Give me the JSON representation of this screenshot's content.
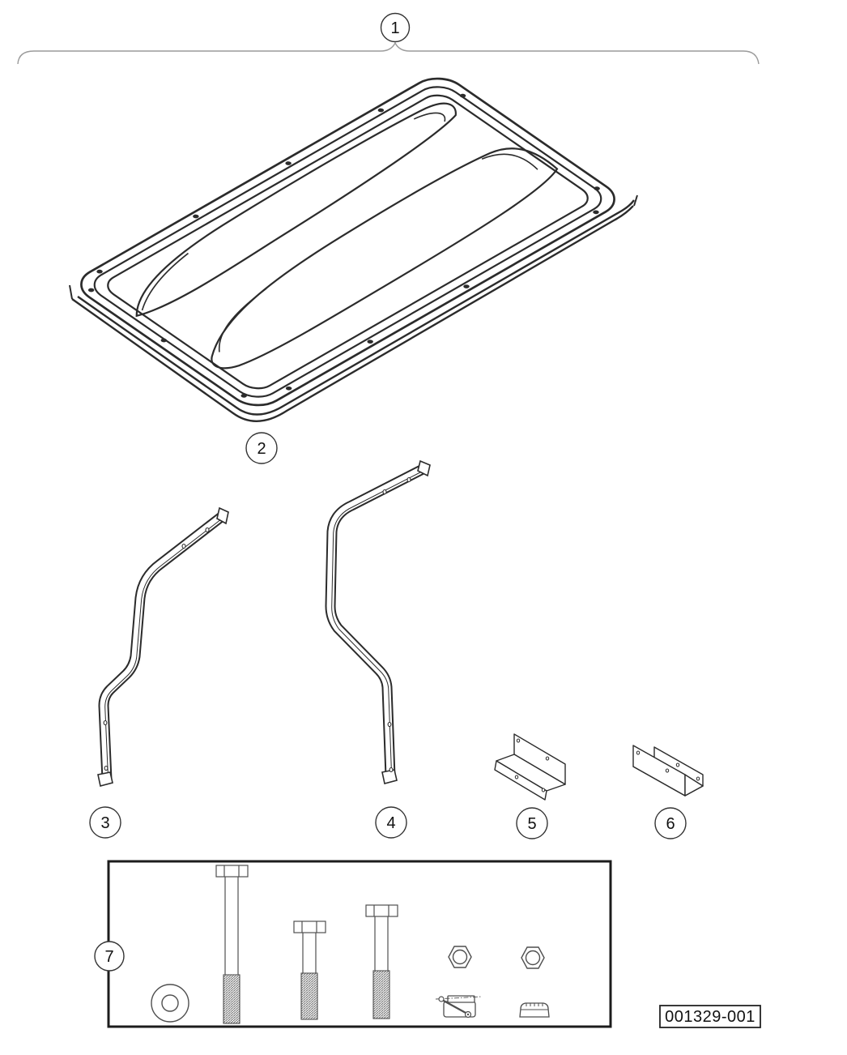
{
  "figure": {
    "part_number_label": "001329-001",
    "callouts": [
      {
        "label": "1"
      },
      {
        "label": "2"
      },
      {
        "label": "3"
      },
      {
        "label": "4"
      },
      {
        "label": "5"
      },
      {
        "label": "6"
      },
      {
        "label": "7"
      }
    ],
    "colors": {
      "background": "#ffffff",
      "line": "#2b2b2b",
      "hardware_line": "#4f4f4f",
      "brace": "#9b9b9b",
      "text": "#111111"
    }
  }
}
